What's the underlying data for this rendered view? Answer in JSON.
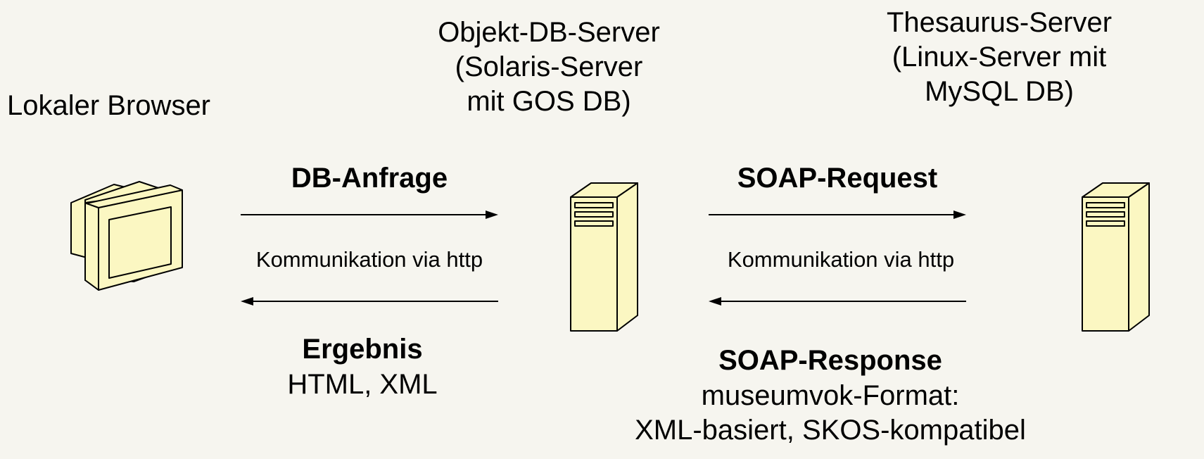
{
  "nodes": {
    "browser": {
      "title": "Lokaler Browser",
      "icon": "computer-monitor-icon"
    },
    "object_db_server": {
      "title_lines": [
        "Objekt-DB-Server",
        "(Solaris-Server",
        "mit GOS DB)"
      ],
      "icon": "server-tower-icon"
    },
    "thesaurus_server": {
      "title_lines": [
        "Thesaurus-Server",
        "(Linux-Server mit",
        "MySQL DB)"
      ],
      "icon": "server-tower-icon"
    }
  },
  "links": {
    "browser_to_db": {
      "request_label": "DB-Anfrage",
      "protocol_label": "Kommunikation via http",
      "response_label": "Ergebnis",
      "response_detail_lines": [
        "HTML, XML"
      ]
    },
    "db_to_thesaurus": {
      "request_label": "SOAP-Request",
      "protocol_label": "Kommunikation via http",
      "response_label": "SOAP-Response",
      "response_detail_lines": [
        "museumvok-Format:",
        "XML-basiert, SKOS-kompatibel"
      ]
    }
  },
  "colors": {
    "background": "#f6f5ef",
    "device_fill": "#fbf7c2",
    "device_stroke": "#000000"
  }
}
